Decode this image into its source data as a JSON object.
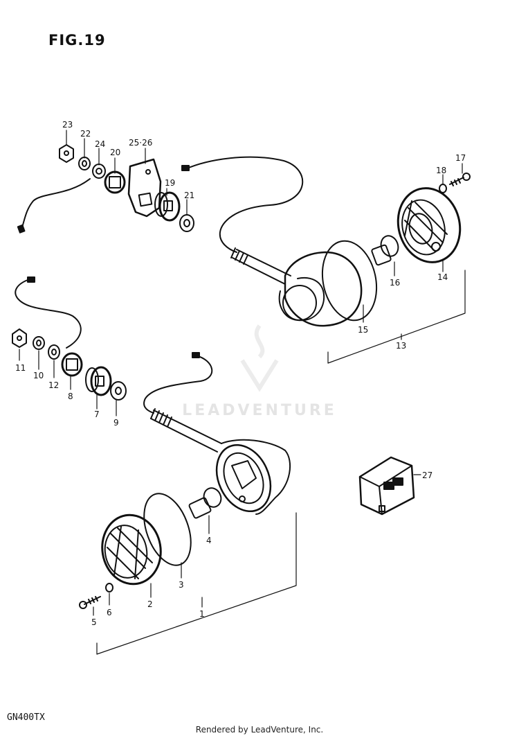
{
  "figure": {
    "title": "FIG.19",
    "model": "GN400TX",
    "footer": "Rendered by LeadVenture, Inc.",
    "watermark": "LEADVENTURE"
  },
  "callouts": {
    "n1": "1",
    "n2": "2",
    "n3": "3",
    "n4": "4",
    "n5": "5",
    "n6": "6",
    "n7": "7",
    "n8": "8",
    "n9": "9",
    "n10": "10",
    "n11": "11",
    "n12": "12",
    "n13": "13",
    "n14": "14",
    "n15": "15",
    "n16": "16",
    "n17": "17",
    "n18": "18",
    "n19": "19",
    "n20": "20",
    "n21": "21",
    "n22": "22",
    "n23": "23",
    "n24": "24",
    "n25_26": "25·26",
    "n27": "27"
  }
}
